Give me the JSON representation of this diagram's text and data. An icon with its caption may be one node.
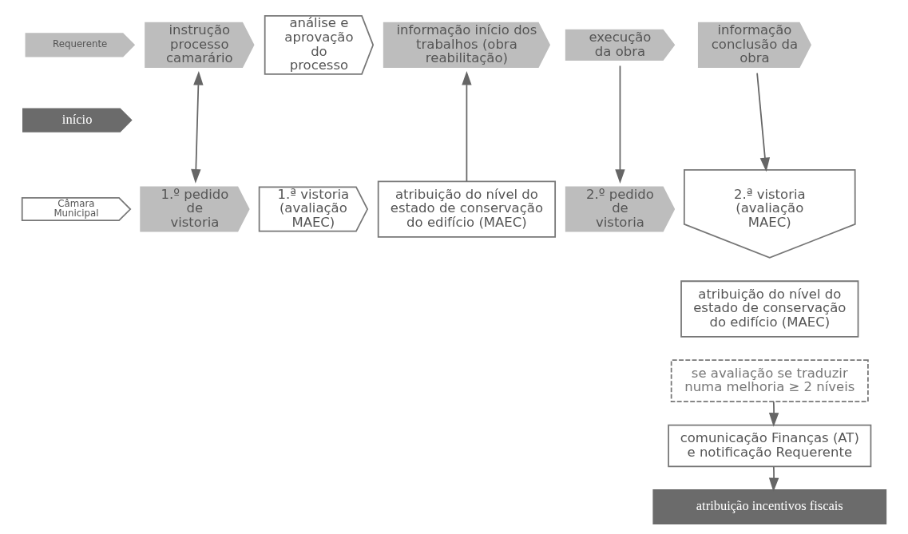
{
  "diagram": {
    "nodes": [
      {
        "text": [
          "Requerente"
        ]
      },
      {
        "text": [
          "início"
        ]
      },
      {
        "text": [
          "Câmara Municipal"
        ]
      },
      {
        "text": [
          "instrução processo camarário"
        ]
      },
      {
        "text": [
          "análise e aprovação do processo"
        ]
      },
      {
        "text": [
          "informação início dos trabalhos (obra reabilitação)"
        ]
      },
      {
        "text": [
          "execução da obra"
        ]
      },
      {
        "text": [
          "informação conclusão da obra"
        ]
      },
      {
        "text": [
          "1.º pedido de vistoria"
        ]
      },
      {
        "text": [
          "1.ª vistoria (avaliação MAEC)"
        ]
      },
      {
        "text": [
          "atribuição do nível do estado de conservação do edifício (MAEC)"
        ]
      },
      {
        "text": [
          "2.º pedido de vistoria"
        ]
      },
      {
        "text": [
          "2.ª vistoria (avaliação MAEC)"
        ]
      },
      {
        "text": [
          "atribuição do nível do estado de conservação do edifício (MAEC)"
        ]
      },
      {
        "text": [
          "se avaliação se traduzir numa melhoria ≥ 2 níveis"
        ]
      },
      {
        "text": [
          "comunicação Finanças (AT) e notificação Requerente"
        ]
      },
      {
        "text": [
          "atribuição incentivos fiscais"
        ]
      }
    ],
    "edges": [
      {
        "from": 3,
        "to": 8,
        "arrow": "both"
      },
      {
        "from": 10,
        "to": 5,
        "arrow": "to"
      },
      {
        "from": 6,
        "to": 11,
        "arrow": "to"
      },
      {
        "from": 7,
        "to": 12,
        "arrow": "to"
      },
      {
        "from": 14,
        "to": 15,
        "arrow": "to"
      },
      {
        "from": 15,
        "to": 16,
        "arrow": "to"
      }
    ]
  }
}
